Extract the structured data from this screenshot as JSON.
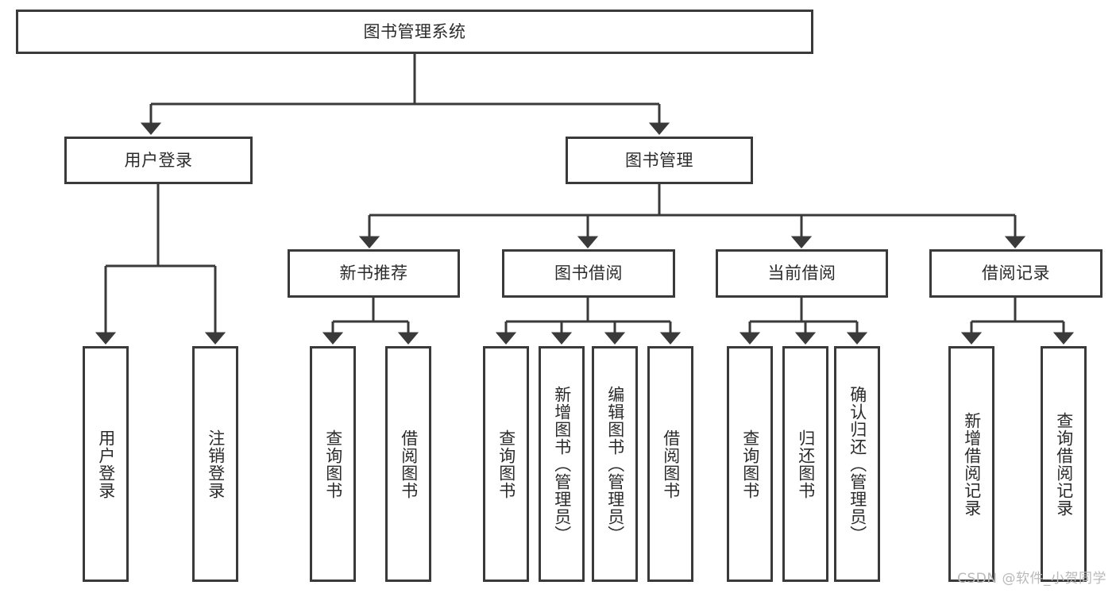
{
  "diagram": {
    "title": "图书管理系统",
    "type": "tree-hierarchy",
    "line_color": "#3a3a3a",
    "text_color": "#2b2b2b",
    "background": "#ffffff"
  },
  "root": {
    "label": "图书管理系统"
  },
  "level2": [
    {
      "label": "用户登录"
    },
    {
      "label": "图书管理"
    }
  ],
  "level3": [
    {
      "label": "新书推荐"
    },
    {
      "label": "图书借阅"
    },
    {
      "label": "当前借阅"
    },
    {
      "label": "借阅记录"
    }
  ],
  "leaves": [
    {
      "label": "用户登录",
      "parent": "用户登录"
    },
    {
      "label": "注销登录",
      "parent": "用户登录"
    },
    {
      "label": "查询图书",
      "parent": "新书推荐"
    },
    {
      "label": "借阅图书",
      "parent": "新书推荐"
    },
    {
      "label": "查询图书",
      "parent": "图书借阅"
    },
    {
      "label": "新增图书（管理员）",
      "parent": "图书借阅"
    },
    {
      "label": "编辑图书（管理员）",
      "parent": "图书借阅"
    },
    {
      "label": "借阅图书",
      "parent": "图书借阅"
    },
    {
      "label": "查询图书",
      "parent": "当前借阅"
    },
    {
      "label": "归还图书",
      "parent": "当前借阅"
    },
    {
      "label": "确认归还（管理员）",
      "parent": "当前借阅"
    },
    {
      "label": "新增借阅记录",
      "parent": "借阅记录"
    },
    {
      "label": "查询借阅记录",
      "parent": "借阅记录"
    }
  ],
  "watermark": {
    "text": "CSDN @软件_小贺同学"
  }
}
